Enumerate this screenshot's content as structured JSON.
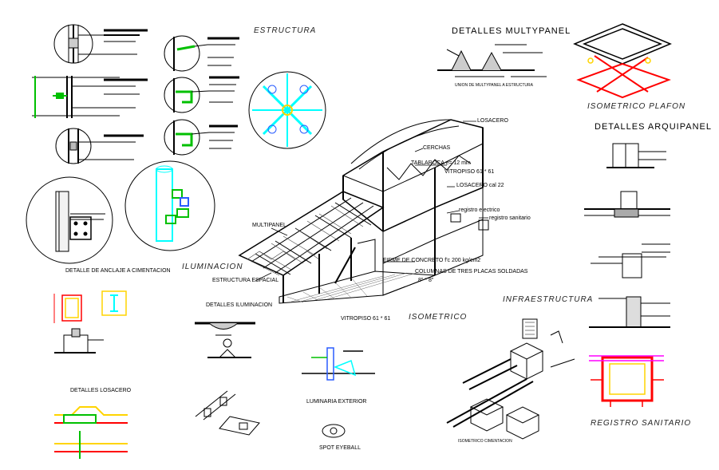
{
  "titles": {
    "estructura": "ESTRUCTURA",
    "detalles_multypanel": "DETALLES MULTYPANEL",
    "isometrico_plafon": "ISOMETRICO PLAFON",
    "detalles_arquipanel": "DETALLES ARQUIPANEL",
    "iluminacion": "ILUMINACION",
    "infraestructura": "INFRAESTRUCTURA",
    "isometrico": "ISOMETRICO",
    "registro_sanitario": "REGISTRO SANITARIO"
  },
  "captions": {
    "detalle_anclaje": "DETALLE DE ANCLAJE A CIMENTACION",
    "detalles_iluminacion": "DETALLES ILUMINACION",
    "detalles_losacero": "DETALLES LOSACERO",
    "luminaria_exterior": "LUMINARIA EXTERIOR",
    "spot_eyeball": "SPOT EYEBALL",
    "isometrico_cimentacion": "ISOMETRICO CIMENTACION",
    "union_multypanel": "UNION DE MULTYPANEL A ESTRUCTURA"
  },
  "annotations": {
    "losacero_top": "LOSACERO",
    "cerchas": "CERCHAS",
    "tablaroca": "TABLAROCA e= 12 mm",
    "vitropiso_1": "VITROPISO 61 * 61",
    "losacero_cal": "LOSACERO cal 22",
    "registro_electrico": "registro electrico",
    "registro_sanitario": "registro sanitario",
    "multipanel": "MULTIPANEL",
    "estructura_espacial": "ESTRUCTURA ESPACIAL",
    "firme": "FIRME DE CONCRETO  f'c 200 kg/cm2",
    "columnas": "COLUMNAS DE TRES PLACAS SOLDADAS",
    "columnas_dim": "8\" * 8\"",
    "vitropiso_2": "VITROPISO 61 * 61"
  },
  "colors": {
    "ink": "#000000",
    "cyan": "#00ffff",
    "red": "#ff0000",
    "yellow": "#ffd400",
    "green": "#00c000",
    "blue": "#2a5cff",
    "magenta": "#ff00ff"
  }
}
